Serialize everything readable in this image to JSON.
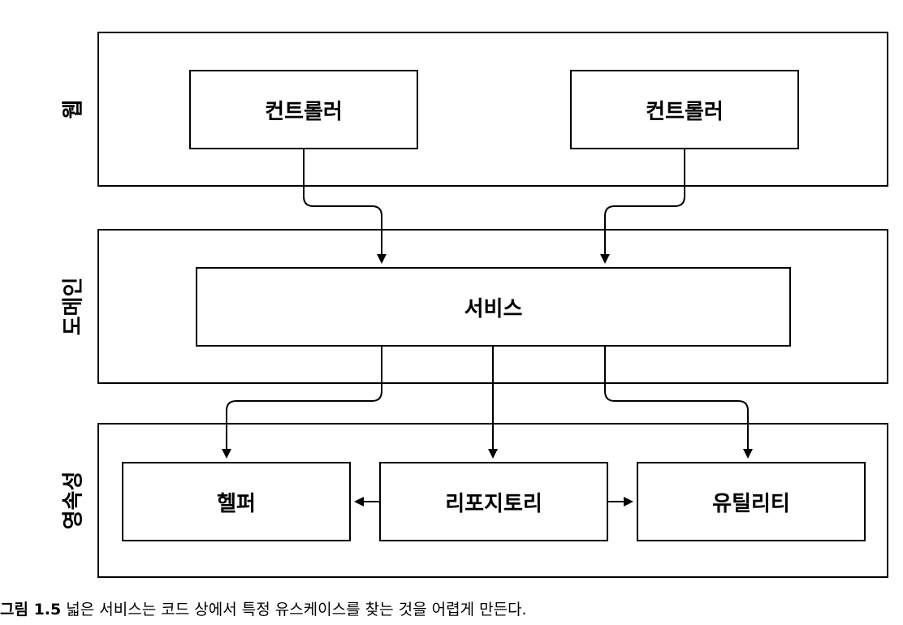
{
  "layers": {
    "web": "웹",
    "domain": "도메인",
    "persistence": "영속성"
  },
  "boxes": {
    "controller_left": "컨트롤러",
    "controller_right": "컨트롤러",
    "service": "서비스",
    "helper": "헬퍼",
    "repository": "리포지토리",
    "utility": "유틸리티"
  },
  "caption": {
    "number": "그림 1.5",
    "text": "넓은 서비스는 코드 상에서 특정 유스케이스를 찾는 것을 어렵게 만든다."
  }
}
